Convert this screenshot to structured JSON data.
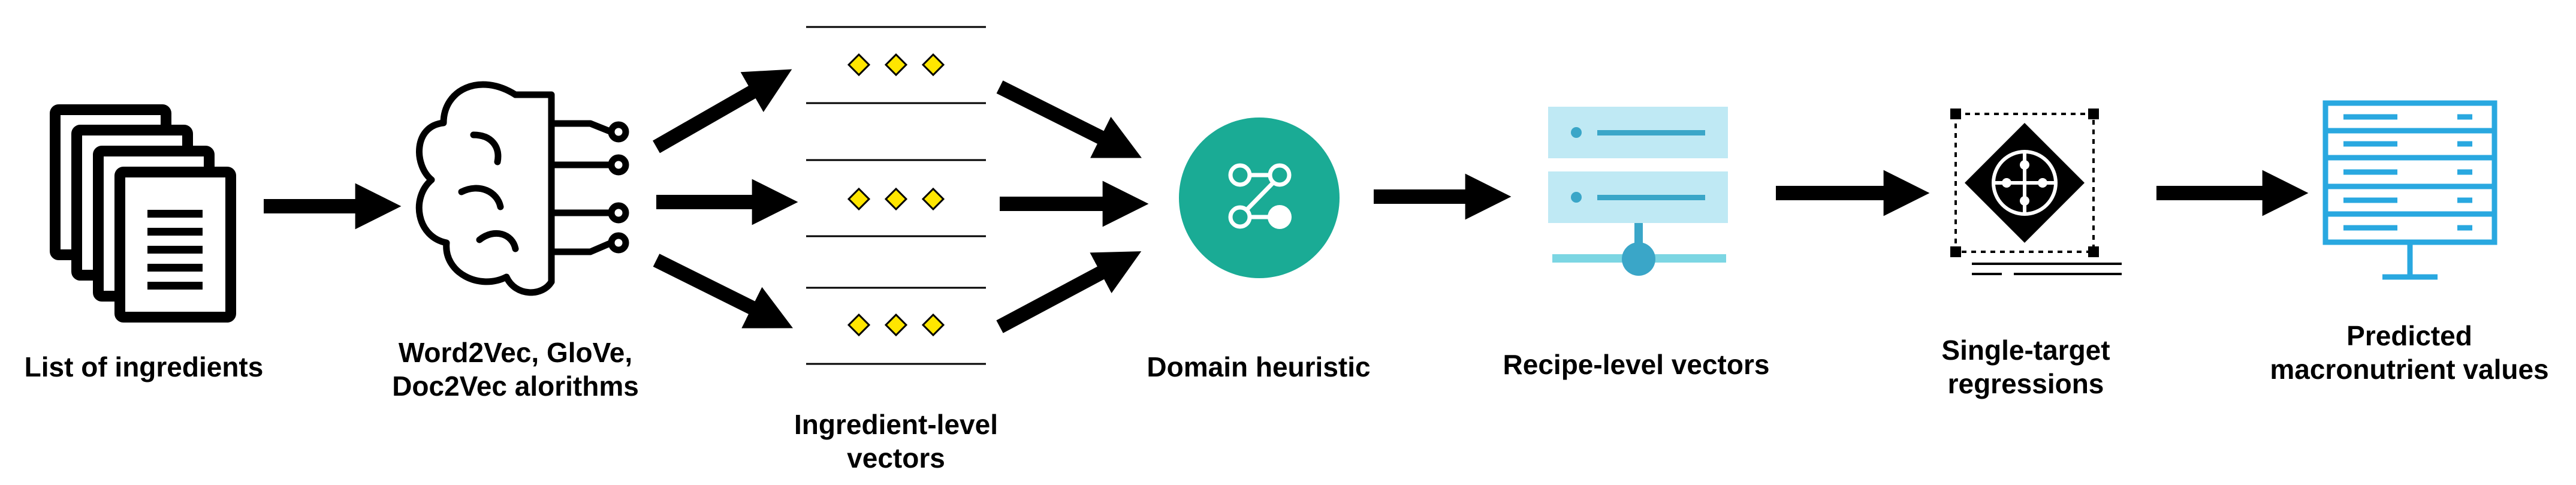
{
  "steps": {
    "ingredients": {
      "line1": "List of ingredients",
      "icon": "document-stack-icon"
    },
    "algorithms": {
      "line1": "Word2Vec, GloVe,",
      "line2": "Doc2Vec alorithms",
      "icon": "ai-brain-circuit-icon"
    },
    "ingredient_vectors": {
      "line1": "Ingredient-level",
      "line2": "vectors",
      "icon": "vector-list-icon"
    },
    "heuristic": {
      "line1": "Domain heuristic",
      "icon": "share-node-icon"
    },
    "recipe_vectors": {
      "line1": "Recipe-level vectors",
      "icon": "server-stack-icon"
    },
    "regressions": {
      "line1": "Single-target",
      "line2": "regressions",
      "icon": "regression-diamond-icon"
    },
    "predicted": {
      "line1": "Predicted",
      "line2": "macronutrient values",
      "icon": "server-rack-icon"
    }
  },
  "colors": {
    "arrow": "#000000",
    "heuristic_circle": "#1aab95",
    "recipe_server_light": "#bfe9f4",
    "recipe_server_accent": "#3aa6c8",
    "predicted_rack": "#29a8e0",
    "vector_diamond": "#ffe600"
  }
}
